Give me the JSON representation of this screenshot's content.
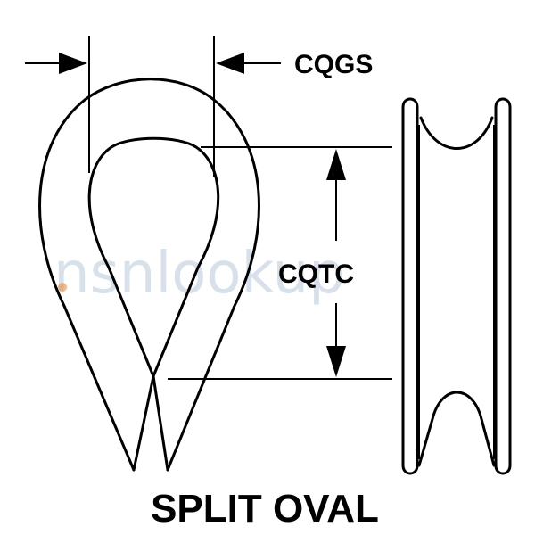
{
  "diagram": {
    "dimension_top_label": "CQGS",
    "dimension_height_label": "CQTC",
    "title": "SPLIT OVAL",
    "watermark": "nsnlookup"
  },
  "colors": {
    "line": "#000000",
    "watermark": "#8fa9c7",
    "watermark_accent": "#f08a3c"
  }
}
